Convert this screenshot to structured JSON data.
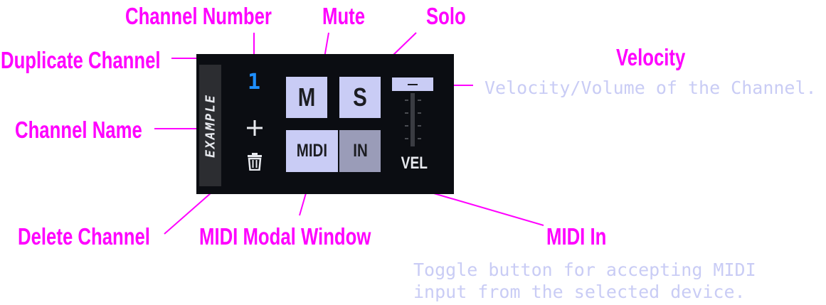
{
  "channel": {
    "name": "EXAMPLE",
    "number": "1",
    "mute_label": "M",
    "solo_label": "S",
    "midi_label": "MIDI",
    "in_label": "IN",
    "velocity_label": "VEL",
    "velocity_handle": "—"
  },
  "callouts": {
    "channel_number": "Channel Number",
    "mute": "Mute",
    "solo": "Solo",
    "duplicate_channel": "Duplicate Channel",
    "velocity": "Velocity",
    "velocity_desc": "Velocity/Volume of the Channel.",
    "channel_name": "Channel Name",
    "delete_channel": "Delete Channel",
    "midi_modal": "MIDI Modal Window",
    "midi_in": "MIDI In",
    "midi_in_desc_1": "Toggle button for accepting MIDI",
    "midi_in_desc_2": "input from the selected device."
  },
  "colors": {
    "callout": "#ff00ff",
    "description": "#c9ccf5",
    "panel": "#0b0d12",
    "button_light": "#c9ccf5",
    "button_in": "#9a9cb8",
    "channel_number": "#1f8fff"
  }
}
